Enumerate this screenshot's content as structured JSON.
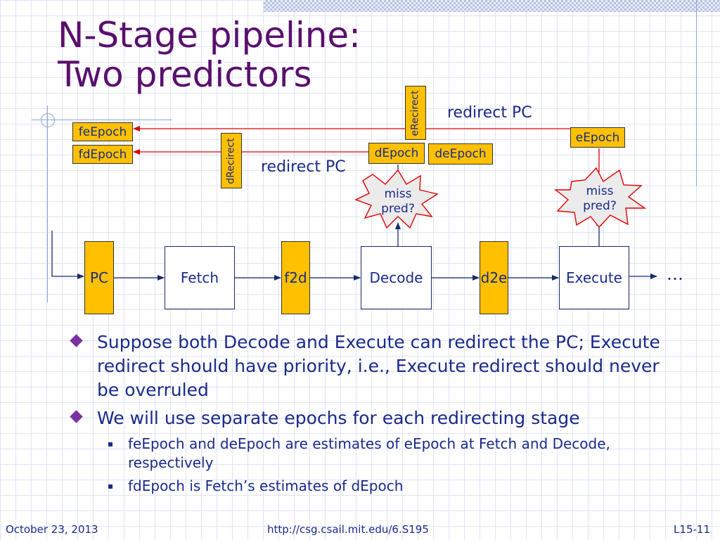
{
  "title": {
    "line1": "N-Stage pipeline:",
    "line2": "Two predictors"
  },
  "diagram": {
    "epoch_registers": {
      "feEpoch": "feEpoch",
      "fdEpoch": "fdEpoch",
      "dEpoch": "dEpoch",
      "deEpoch": "deEpoch",
      "eEpoch": "eEpoch"
    },
    "redirect_registers": {
      "dRecirect": "dRecirect",
      "eRecirect": "eRecirect"
    },
    "redirect_labels": {
      "execute": "redirect PC",
      "decode": "redirect PC"
    },
    "mispredict_bursts": [
      {
        "line1": "miss",
        "line2": "pred?"
      },
      {
        "line1": "miss",
        "line2": "pred?"
      }
    ],
    "pipeline": {
      "pc": "PC",
      "fetch": "Fetch",
      "f2d": "f2d",
      "decode": "Decode",
      "d2e": "d2e",
      "execute": "Execute",
      "continuation": "…"
    }
  },
  "bullets": [
    {
      "level": 1,
      "text": "Suppose both Decode and Execute can redirect the PC; Execute redirect should have priority, i.e., Execute redirect should never be overruled"
    },
    {
      "level": 1,
      "text": "We will use separate epochs for each redirecting stage"
    },
    {
      "level": 2,
      "text": "feEpoch and deEpoch are estimates of eEpoch at Fetch and Decode, respectively"
    },
    {
      "level": 2,
      "text": "fdEpoch is Fetch’s estimates of dEpoch"
    }
  ],
  "footer": {
    "date": "October 23, 2013",
    "url": "http://csg.csail.mit.edu/6.S195",
    "slide": "L15-11"
  },
  "colors": {
    "title": "#5a0f6e",
    "text": "#1a2a8a",
    "register_fill": "#ffc000",
    "redirect_arrow": "#e00000",
    "pipeline_arrow": "#1a2a6a"
  }
}
